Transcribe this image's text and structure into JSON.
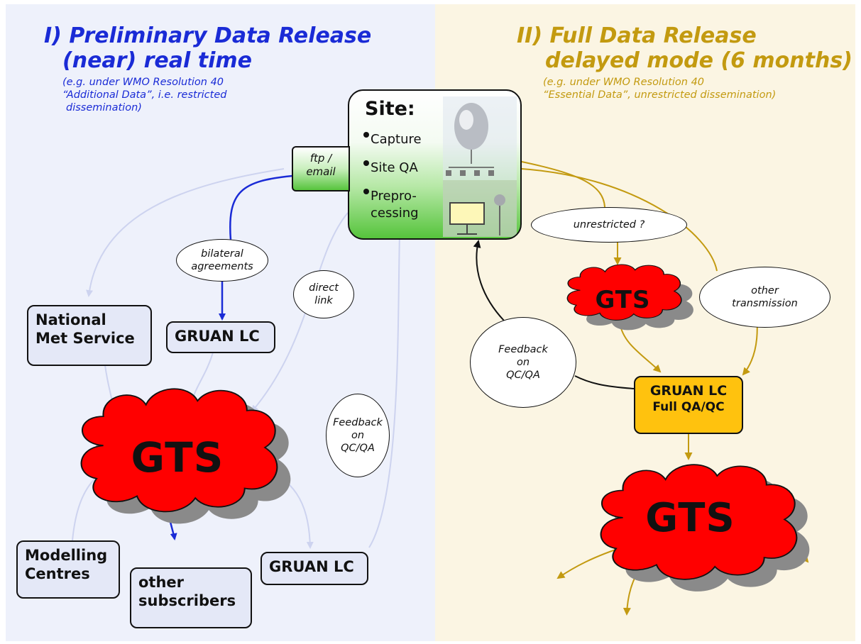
{
  "left_panel": {
    "title_line1": "I) Preliminary Data Release",
    "title_line2": "(near) real time",
    "note_line1": "(e.g. under WMO Resolution 40",
    "note_line2": "“Additional Data”, i.e. restricted",
    "note_line3": "dissemination)"
  },
  "right_panel": {
    "title_line1": "II) Full Data Release",
    "title_line2": "delayed mode (6 months)",
    "note_line1": "(e.g. under WMO Resolution 40",
    "note_line2": "“Essential Data”, unrestricted dissemination)"
  },
  "site": {
    "title": "Site:",
    "items": [
      "Capture",
      "Site QA",
      "Prepro-",
      "cessing"
    ]
  },
  "ftp": {
    "line1": "ftp /",
    "line2": "email"
  },
  "nodes": {
    "nms_line1": "National",
    "nms_line2": "Met Service",
    "gruan_lc": "GRUAN LC",
    "modelling_line1": "Modelling",
    "modelling_line2": "Centres",
    "subscribers_line1": "other",
    "subscribers_line2": "subscribers",
    "gruan_lc_bottom": "GRUAN LC",
    "gruan_lc_full_line1": "GRUAN LC",
    "gruan_lc_full_line2": "Full QA/QC"
  },
  "ovals": {
    "bilateral": "bilateral\nagreements",
    "direct": "direct\nlink",
    "feedback_left": "Feedback\non\nQC/QA",
    "unrestricted": "unrestricted ?",
    "other_transmission": "other\ntransmission",
    "feedback_right": "Feedback\non\nQC/QA"
  },
  "clouds": {
    "gts_main": "GTS",
    "gts_right_small": "GTS",
    "gts_right_big": "GTS"
  },
  "colors": {
    "left_bg": "#eef1fb",
    "right_bg": "#fbf5e3",
    "left_title": "#1a2bd6",
    "right_title": "#c39a10",
    "cloud_fill": "#ff0000",
    "cloud_shadow": "#8a8a8a",
    "arrow_blue": "#1a2bd6",
    "arrow_faint": "#cdd3ef",
    "arrow_gold": "#c39a10",
    "lc_full_fill": "#ffc20e",
    "site_green": "#56c43c"
  },
  "icons": {
    "site_picture": "balloon-radiosonde-icon"
  }
}
